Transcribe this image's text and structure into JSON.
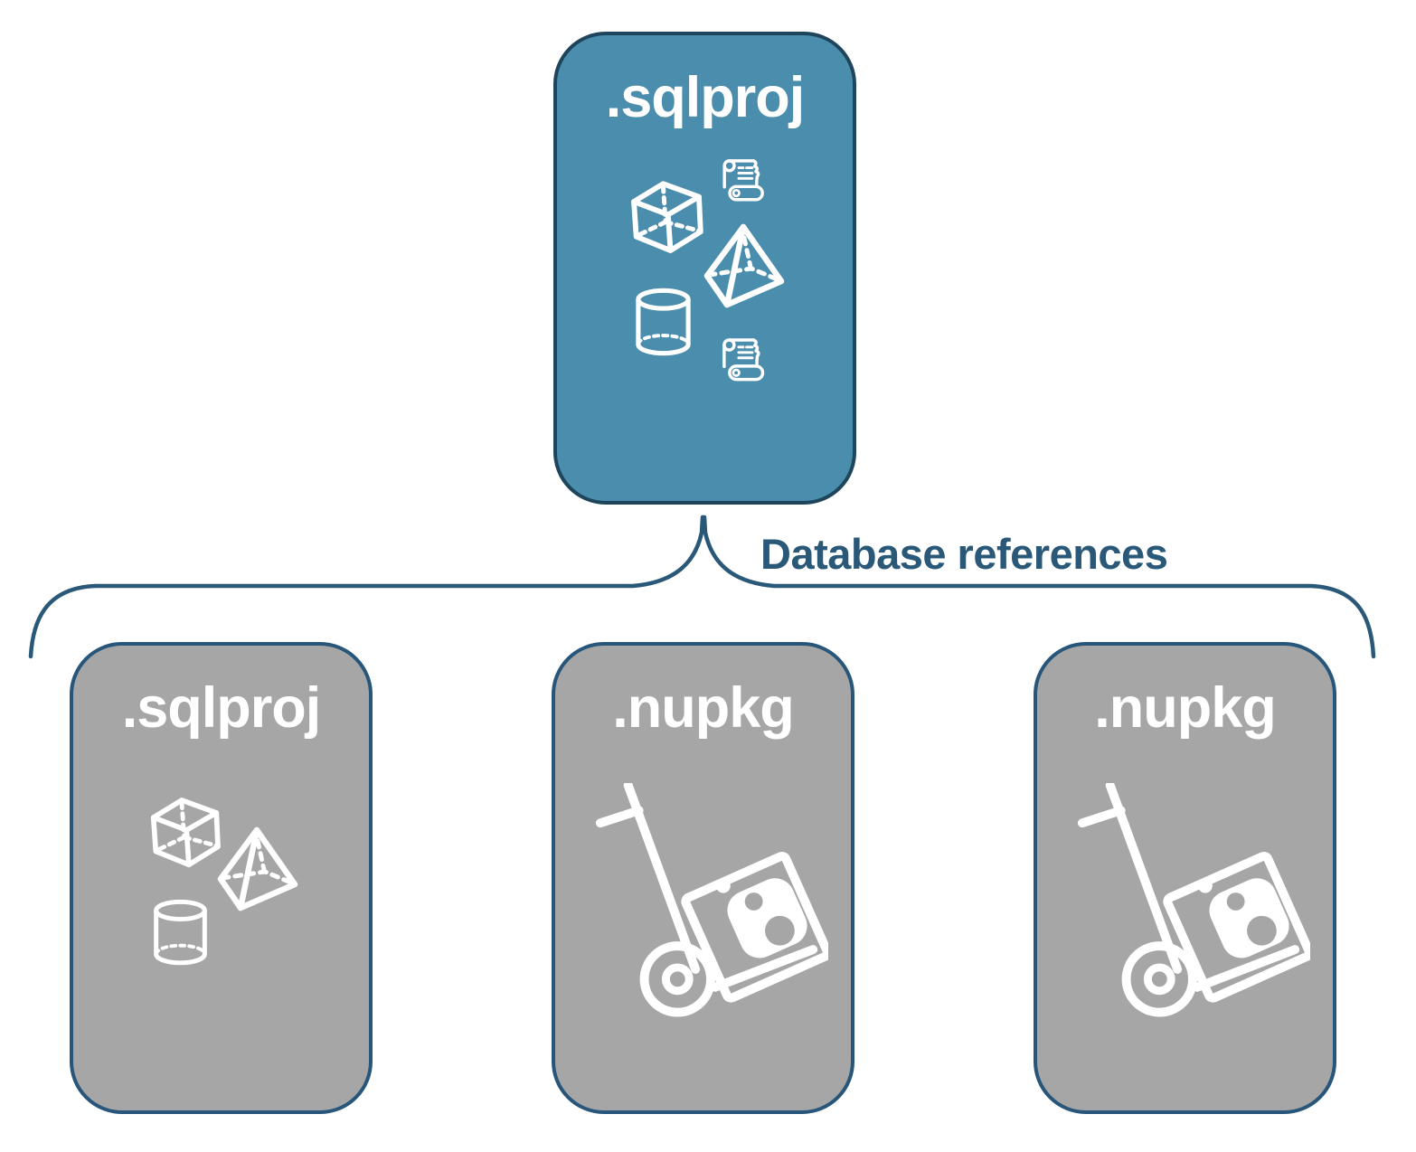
{
  "root_card": {
    "label": ".sqlproj",
    "icons": [
      "cube-icon",
      "script-scroll-icon",
      "pyramid-icon",
      "cylinder-icon",
      "script-scroll-icon"
    ]
  },
  "connector": {
    "label": "Database references"
  },
  "child_cards": [
    {
      "label": ".sqlproj",
      "icons": [
        "cube-icon",
        "pyramid-icon",
        "cylinder-icon"
      ]
    },
    {
      "label": ".nupkg",
      "icons": [
        "hand-truck-package-icon"
      ]
    },
    {
      "label": ".nupkg",
      "icons": [
        "hand-truck-package-icon"
      ]
    }
  ],
  "colors": {
    "root_card_fill": "#4A8DAC",
    "root_card_border": "#1E455C",
    "child_card_fill": "#A6A6A6",
    "child_card_border": "#27567A",
    "connector_stroke": "#2A5878",
    "connector_label_text": "#2A5878",
    "icon_stroke": "#FFFFFF",
    "card_label_text": "#FFFFFF",
    "page_background": "#FFFFFF"
  }
}
